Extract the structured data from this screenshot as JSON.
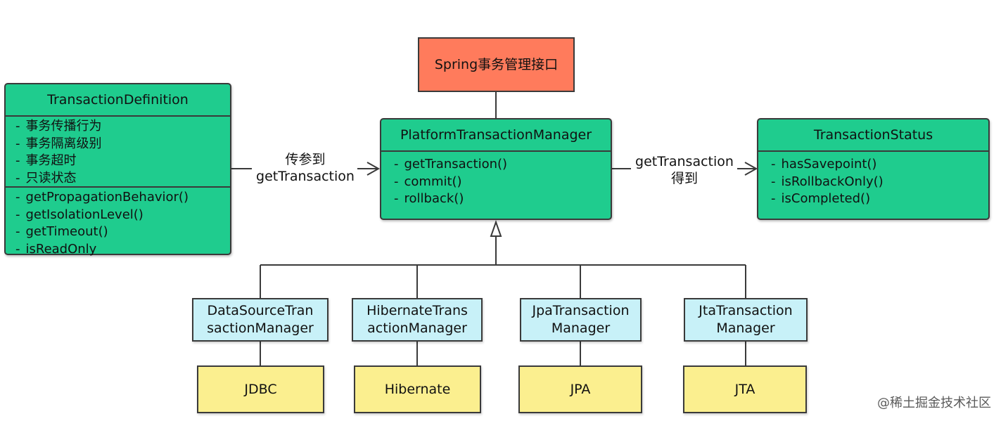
{
  "top_box": "Spring事务管理接口",
  "transaction_definition": {
    "title": "TransactionDefinition",
    "attributes": [
      "事务传播行为",
      "事务隔离级别",
      "事务超时",
      "只读状态"
    ],
    "methods": [
      "getPropagationBehavior()",
      "getIsolationLevel()",
      "getTimeout()",
      "isReadOnly"
    ]
  },
  "platform_manager": {
    "title": "PlatformTransactionManager",
    "methods": [
      "getTransaction()",
      "commit()",
      "rollback()"
    ]
  },
  "transaction_status": {
    "title": "TransactionStatus",
    "methods": [
      "hasSavepoint()",
      "isRollbackOnly()",
      "isCompleted()"
    ]
  },
  "edge_labels": {
    "left": [
      "传参到",
      "getTransaction"
    ],
    "right": [
      "getTransaction",
      "得到"
    ]
  },
  "implementations": [
    {
      "lines": [
        "DataSourceTran",
        "sactionManager"
      ],
      "tech": "JDBC"
    },
    {
      "lines": [
        "HibernateTrans",
        "actionManager"
      ],
      "tech": "Hibernate"
    },
    {
      "lines": [
        "JpaTransaction",
        "Manager"
      ],
      "tech": "JPA"
    },
    {
      "lines": [
        "JtaTransaction",
        "Manager"
      ],
      "tech": "JTA"
    }
  ],
  "dash": "-",
  "watermark": "@稀土掘金技术社区",
  "colors": {
    "uml_green": "#1fcc8e",
    "top_box_red": "#ff7b5c",
    "impl_blue": "#c8f1f8",
    "tech_yellow": "#fbef8f",
    "line": "#3a3a3a"
  }
}
